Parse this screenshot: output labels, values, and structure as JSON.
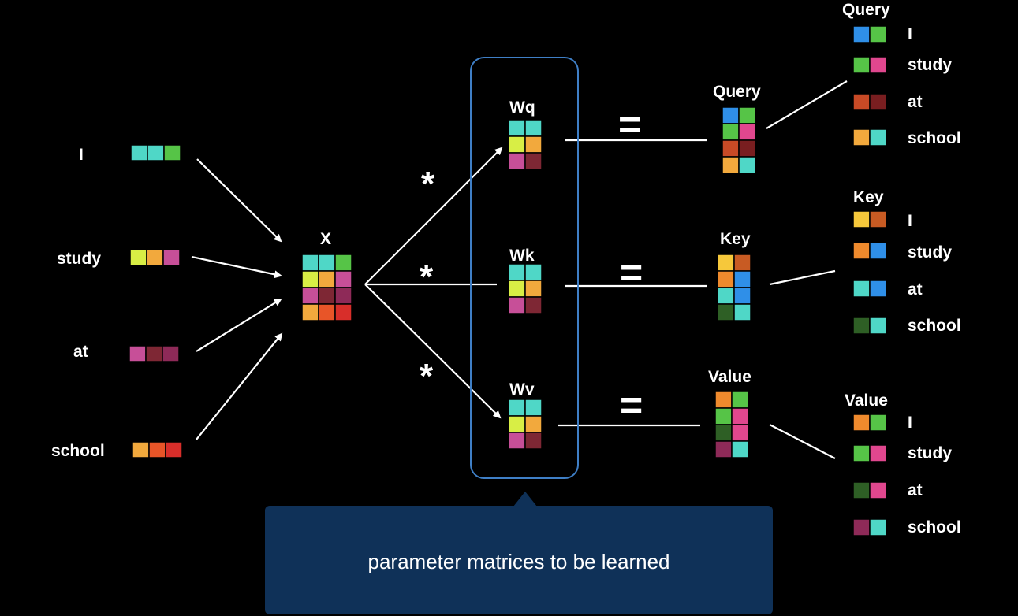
{
  "colors": {
    "teal": "#4fd7c7",
    "green": "#56c447",
    "lime": "#d8ee45",
    "orange": "#f2a93d",
    "magenta": "#c74f98",
    "darkred": "#7e2734",
    "plum": "#8e2a58",
    "dark_orange": "#e85528",
    "red": "#d82e2a",
    "blue": "#2f8fe8",
    "pink": "#e0478e",
    "brown_red": "#c84a26",
    "dark_maroon": "#791e20",
    "yellow": "#f6c83b",
    "rust": "#c85b23",
    "dark_green": "#2e5f25",
    "orange2": "#ef8a2d",
    "bracket_blue": "#3f7fc6",
    "callout_bg": "#0f3158"
  },
  "inputs": [
    {
      "word": "I",
      "colors": [
        "teal",
        "teal",
        "green"
      ]
    },
    {
      "word": "study",
      "colors": [
        "lime",
        "orange",
        "magenta"
      ]
    },
    {
      "word": "at",
      "colors": [
        "magenta",
        "darkred",
        "plum"
      ]
    },
    {
      "word": "school",
      "colors": [
        "orange",
        "dark_orange",
        "red"
      ]
    }
  ],
  "x": {
    "label": "X",
    "rows": [
      [
        "teal",
        "teal",
        "green"
      ],
      [
        "lime",
        "orange",
        "magenta"
      ],
      [
        "magenta",
        "darkred",
        "plum"
      ],
      [
        "orange",
        "dark_orange",
        "red"
      ]
    ]
  },
  "operators": {
    "multiply": "*",
    "equals": "="
  },
  "weights": [
    {
      "label": "Wq",
      "rows": [
        [
          "teal",
          "teal"
        ],
        [
          "lime",
          "orange"
        ],
        [
          "magenta",
          "darkred"
        ]
      ]
    },
    {
      "label": "Wk",
      "rows": [
        [
          "teal",
          "teal"
        ],
        [
          "lime",
          "orange"
        ],
        [
          "magenta",
          "darkred"
        ]
      ]
    },
    {
      "label": "Wv",
      "rows": [
        [
          "teal",
          "teal"
        ],
        [
          "lime",
          "orange"
        ],
        [
          "magenta",
          "darkred"
        ]
      ]
    }
  ],
  "outputs": [
    {
      "label": "Query",
      "rows": [
        [
          "blue",
          "green"
        ],
        [
          "green",
          "pink"
        ],
        [
          "brown_red",
          "dark_maroon"
        ],
        [
          "orange",
          "teal"
        ]
      ]
    },
    {
      "label": "Key",
      "rows": [
        [
          "yellow",
          "rust"
        ],
        [
          "orange2",
          "blue"
        ],
        [
          "teal",
          "blue"
        ],
        [
          "dark_green",
          "teal"
        ]
      ]
    },
    {
      "label": "Value",
      "rows": [
        [
          "orange2",
          "green"
        ],
        [
          "green",
          "pink"
        ],
        [
          "dark_green",
          "pink"
        ],
        [
          "plum",
          "teal"
        ]
      ]
    }
  ],
  "breakdowns": [
    {
      "header": "Query",
      "items": [
        {
          "word": "I",
          "colors": [
            "blue",
            "green"
          ]
        },
        {
          "word": "study",
          "colors": [
            "green",
            "pink"
          ]
        },
        {
          "word": "at",
          "colors": [
            "brown_red",
            "dark_maroon"
          ]
        },
        {
          "word": "school",
          "colors": [
            "orange",
            "teal"
          ]
        }
      ]
    },
    {
      "header": "Key",
      "items": [
        {
          "word": "I",
          "colors": [
            "yellow",
            "rust"
          ]
        },
        {
          "word": "study",
          "colors": [
            "orange2",
            "blue"
          ]
        },
        {
          "word": "at",
          "colors": [
            "teal",
            "blue"
          ]
        },
        {
          "word": "school",
          "colors": [
            "dark_green",
            "teal"
          ]
        }
      ]
    },
    {
      "header": "Value",
      "items": [
        {
          "word": "I",
          "colors": [
            "orange2",
            "green"
          ]
        },
        {
          "word": "study",
          "colors": [
            "green",
            "pink"
          ]
        },
        {
          "word": "at",
          "colors": [
            "dark_green",
            "pink"
          ]
        },
        {
          "word": "school",
          "colors": [
            "plum",
            "teal"
          ]
        }
      ]
    }
  ],
  "callout": {
    "text": "parameter matrices to be learned"
  }
}
